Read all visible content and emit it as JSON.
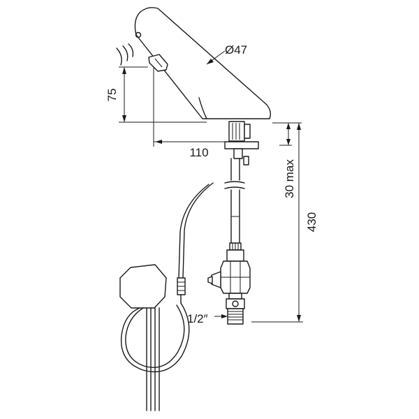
{
  "dimensions": {
    "diameter": "Ø47",
    "height_75": "75",
    "reach_110": "110",
    "mount_30max": "30 max",
    "total_430": "430",
    "thread": "1/2″"
  }
}
